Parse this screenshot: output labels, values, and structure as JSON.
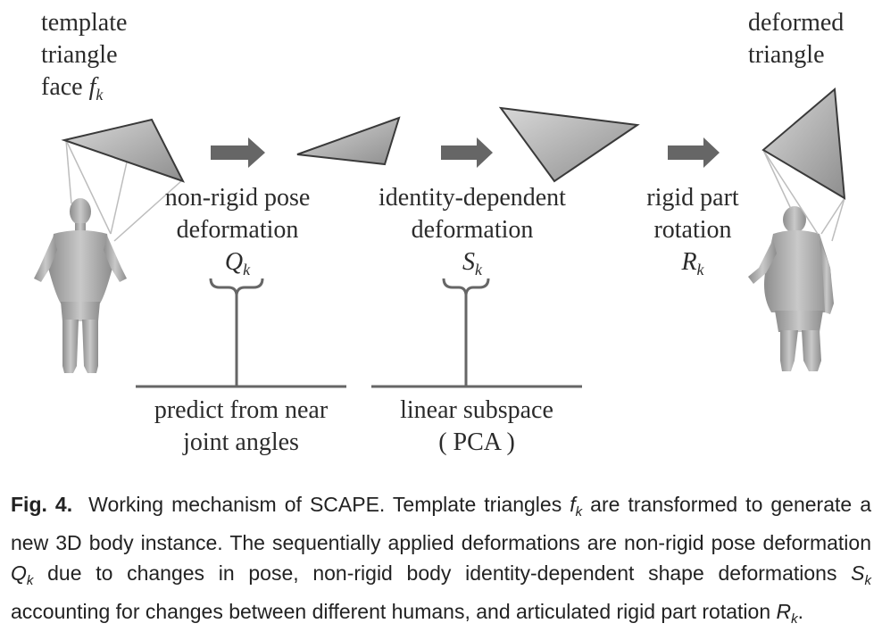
{
  "labels": {
    "template_l1": "template",
    "template_l2": "triangle",
    "template_l3_text": "face",
    "template_l3_var": "f",
    "template_l3_sub": "k",
    "deformed_l1": "deformed",
    "deformed_l2": "triangle",
    "pose_l1": "non-rigid pose",
    "pose_l2": "deformation",
    "pose_var": "Q",
    "pose_sub": "k",
    "identity_l1": "identity-dependent",
    "identity_l2": "deformation",
    "identity_var": "S",
    "identity_sub": "k",
    "rigid_l1": "rigid part",
    "rigid_l2": "rotation",
    "rigid_var": "R",
    "rigid_sub": "k",
    "predict_l1": "predict from near",
    "predict_l2": "joint angles",
    "linear_l1": "linear subspace",
    "linear_l2": "( PCA )"
  },
  "caption": {
    "fig_label": "Fig. 4.",
    "t1": "Working mechanism of SCAPE. Template triangles",
    "m1": "f",
    "s1": "k",
    "t2": "are transformed to generate a new 3D body instance. The sequentially applied deformations are non-rigid pose deformation",
    "m2": "Q",
    "s2": "k",
    "t3": "due to changes in pose, non-rigid body identity-dependent shape deformations",
    "m3": "S",
    "s3": "k",
    "t4": "accounting for changes between different humans, and articulated rigid part rotation",
    "m4": "R",
    "s4": "k",
    "t5": "."
  },
  "colors": {
    "arrow": "#666666",
    "triangle_fill": "#b4b4b4",
    "triangle_stroke": "#3a3a3a",
    "body": "#a9a9a9",
    "bracket": "#666666"
  },
  "icons": [
    "right-arrow-icon",
    "human-body-template",
    "human-body-deformed"
  ]
}
